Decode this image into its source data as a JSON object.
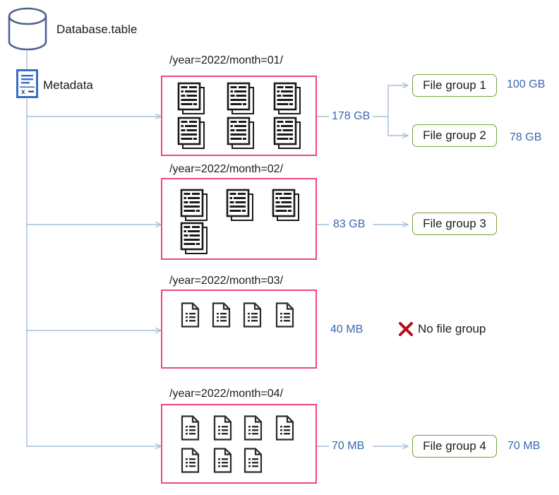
{
  "diagram": {
    "title_label": "Database.table",
    "metadata_label": "Metadata",
    "no_file_group_label": "No file group",
    "colors": {
      "partition_border": "#EE477E",
      "filegroup_border": "#73A33B",
      "connector": "#A9BDD8",
      "size_text": "#3A67B3",
      "database_stroke": "#4F628E",
      "metadata_blue": "#3A6BC6",
      "x_mark_red": "#B60B1C",
      "document_black": "#1A1A1A"
    },
    "icons": {
      "database": "database-cylinder-icon",
      "metadata": "metadata-document-icon",
      "stacked_document": "stacked-documents-icon",
      "single_file": "single-file-icon",
      "x_mark": "red-x-icon",
      "arrow": "arrow-right-icon"
    }
  },
  "partitions": [
    {
      "path": "/year=2022/month=01/",
      "size": "178 GB",
      "file_icon_type": "stacked-documents-icon",
      "file_count": 6,
      "rows": [
        3,
        3
      ],
      "file_groups": [
        {
          "name": "File group 1",
          "size": "100 GB"
        },
        {
          "name": "File group 2",
          "size": "78 GB"
        }
      ]
    },
    {
      "path": "/year=2022/month=02/",
      "size": "83 GB",
      "file_icon_type": "stacked-documents-icon",
      "file_count": 4,
      "rows": [
        3,
        1
      ],
      "file_groups": [
        {
          "name": "File group 3",
          "size": ""
        }
      ]
    },
    {
      "path": "/year=2022/month=03/",
      "size": "40 MB",
      "file_icon_type": "single-file-icon",
      "file_count": 4,
      "rows": [
        4
      ],
      "file_groups": [],
      "no_file_group": true
    },
    {
      "path": "/year=2022/month=04/",
      "size": "70 MB",
      "file_icon_type": "single-file-icon",
      "file_count": 7,
      "rows": [
        4,
        3
      ],
      "file_groups": [
        {
          "name": "File group 4",
          "size": "70 MB"
        }
      ]
    }
  ]
}
